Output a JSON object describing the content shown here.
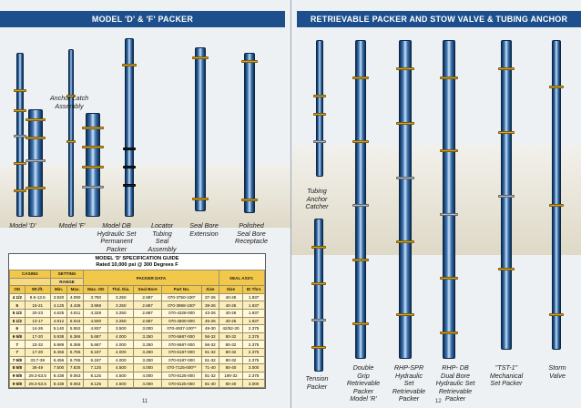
{
  "left_page": {
    "banner": "MODEL 'D' & 'F' PACKER",
    "captions": {
      "anchor_latch": [
        "Anchor Latch",
        "Assembly"
      ],
      "model_d": [
        "Model 'D'"
      ],
      "model_f": [
        "Model 'F'"
      ],
      "model_db": [
        "Model DB",
        "Hydraulic Set",
        "Permanent",
        "Packer"
      ],
      "locator": [
        "Locator",
        "Tubing",
        "Seal",
        "Assembly"
      ],
      "seal_bore_ext": [
        "Seal Bore",
        "Extension"
      ],
      "polished_seal": [
        "Polished",
        "Seal Bore",
        "Receptacle"
      ]
    },
    "table": {
      "title": [
        "MODEL 'D' SPECIFICATION GUIDE",
        "Rated 10,000 psi @ 300 Degrees F"
      ],
      "group_headers": {
        "casing": "CASING",
        "setting_range": "SETTING",
        "range_word": "RANGE",
        "packer_data": "PACKER DATA",
        "seal_assy": "SEAL ASSY."
      },
      "columns": [
        "OD",
        "Wt./ft.",
        "Min.",
        "Max.",
        "Max. OD",
        "Thd. Dia.",
        "Seal Bore",
        "Part No.",
        "Size",
        "Size",
        "ID Thrs"
      ],
      "rows": [
        [
          "4 1/2",
          "9.5-13.5",
          "3.920",
          "4.090",
          "3.750",
          "3.250",
          "2.687",
          "070-3750-100*",
          "37-26",
          "40-26",
          "1.937"
        ],
        [
          "5",
          "15-21",
          "4.125",
          "4.436",
          "3.968",
          "3.250",
          "2.687",
          "070-3968-100*",
          "39-26",
          "40-26",
          "1.937"
        ],
        [
          "5 1/2",
          "20-23",
          "4.625",
          "4.811",
          "4.328",
          "3.250",
          "2.687",
          "070-4328-000",
          "43-26",
          "40-26",
          "1.937"
        ],
        [
          "5 1/2",
          "13-17",
          "4.812",
          "5.044",
          "4.500",
          "3.250",
          "2.687",
          "070-4500-000",
          "45-26",
          "40-26",
          "1.937"
        ],
        [
          "6",
          "14-26",
          "5.140",
          "5.552",
          "4.937",
          "3.500",
          "3.000",
          "070-4937-100**",
          "49-30",
          "42/52-30",
          "2.375"
        ],
        [
          "6 5/8",
          "17-20",
          "5.938",
          "6.366",
          "5.687",
          "4.000",
          "3.250",
          "070-5687-000",
          "56-32",
          "80-32",
          "2.375"
        ],
        [
          "7",
          "23-32",
          "5.989",
          "6.366",
          "5.687",
          "4.000",
          "3.250",
          "070-5687-000",
          "56-32",
          "80-32",
          "2.375"
        ],
        [
          "7",
          "17-20",
          "6.456",
          "6.765",
          "6.187",
          "4.000",
          "3.250",
          "070-6187-000",
          "61-32",
          "80-32",
          "2.375"
        ],
        [
          "7 5/8",
          "33.7-39",
          "6.456",
          "6.765",
          "6.187",
          "4.000",
          "3.250",
          "070-6187-000",
          "61-32",
          "80-32",
          "2.375"
        ],
        [
          "8 5/8",
          "36-49",
          "7.500",
          "7.825",
          "7.125",
          "4.500",
          "4.000",
          "070-7125-000**",
          "71-40",
          "80-40",
          "3.000"
        ],
        [
          "9 5/8",
          "29.3-53.5",
          "8.438",
          "9.063",
          "8.125",
          "4.500",
          "4.000",
          "070-8125-000",
          "81-32",
          "190-32",
          "2.375"
        ],
        [
          "9 5/8",
          "29.3-53.5",
          "8.438",
          "9.063",
          "8.125",
          "4.500",
          "4.000",
          "070-8125-060",
          "81-40",
          "80-40",
          "3.000"
        ]
      ]
    },
    "page_number": "11"
  },
  "right_page": {
    "banner": "RETRIEVABLE PACKER AND STOW VALVE & TUBING ANCHOR",
    "captions": {
      "tubing_anchor": [
        "Tubing",
        "Anchor",
        "Catcher"
      ],
      "tension": [
        "Tension",
        "Packer"
      ],
      "double_grip": [
        "Double",
        "Grip",
        "Retrievable",
        "Packer",
        "Model 'R'"
      ],
      "rhp_spr": [
        "RHP-SPR",
        "Hydraulic",
        "Set",
        "Retrievable",
        "Packer"
      ],
      "rhp_db": [
        "RHP- DB",
        "Dual Bore",
        "Hydraulic Set",
        "Retrievable",
        "Packer"
      ],
      "tst1": [
        "\"TST-1\"",
        "Mechanical",
        "Set Packer"
      ],
      "storm": [
        "Storm",
        "Valve"
      ]
    },
    "page_number": "12"
  },
  "colors": {
    "banner": "#1d4f8c",
    "tool_blue": "#3f78b6",
    "band_gold": "#d9a420",
    "table_header": "#f2c84b"
  }
}
